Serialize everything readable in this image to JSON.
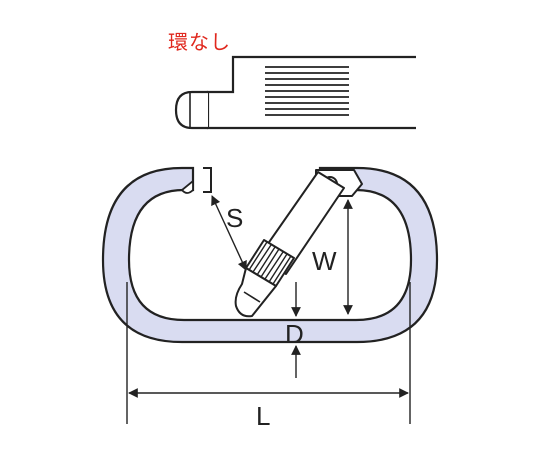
{
  "caption": "環なし",
  "dimensions": {
    "s": "S",
    "w": "W",
    "d": "D",
    "l": "L"
  },
  "colors": {
    "body_fill": "#d9dcf1",
    "outline": "#222222",
    "caption": "#e0281e"
  }
}
